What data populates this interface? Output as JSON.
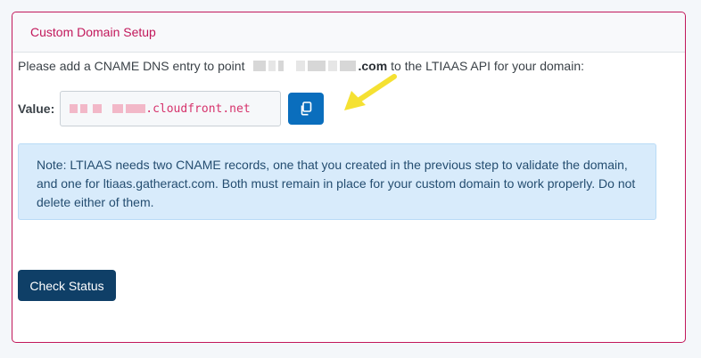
{
  "card": {
    "title": "Custom Domain Setup"
  },
  "intro": {
    "prefix": "Please add a CNAME DNS entry to point",
    "domain_suffix": ".com",
    "suffix": "to the LTIAAS API for your domain:"
  },
  "value": {
    "label": "Value:",
    "cname_suffix": ".cloudfront.net",
    "copy_icon": "copy-icon"
  },
  "note": {
    "text": "Note: LTIAAS needs two CNAME records, one that you created in the previous step to validate the domain, and one for ltiaas.gatheract.com. Both must remain in place for your custom domain to work properly. Do not delete either of them."
  },
  "actions": {
    "check_status_label": "Check Status"
  },
  "colors": {
    "accent": "#c2185b",
    "primary_button": "#0a6ebd",
    "dark_button": "#0f3f67",
    "note_background": "#d8ebfb",
    "annotation_arrow": "#f5e132"
  }
}
